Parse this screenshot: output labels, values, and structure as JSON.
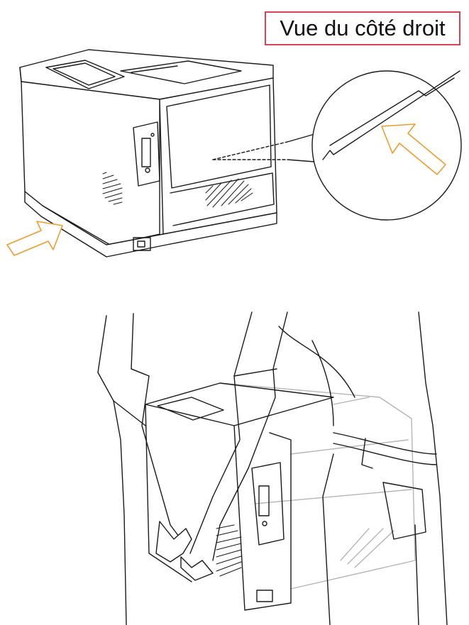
{
  "view_label": {
    "text": "Vue du côté droit",
    "border_color": "#d9435a"
  },
  "colors": {
    "line": "#1a1a1a",
    "arrow": "#f29a2e",
    "ghost_line": "#b5b5b5"
  },
  "icons": [
    "printer-illustration",
    "arrow-icon",
    "magnifier-icon",
    "person-illustration"
  ]
}
